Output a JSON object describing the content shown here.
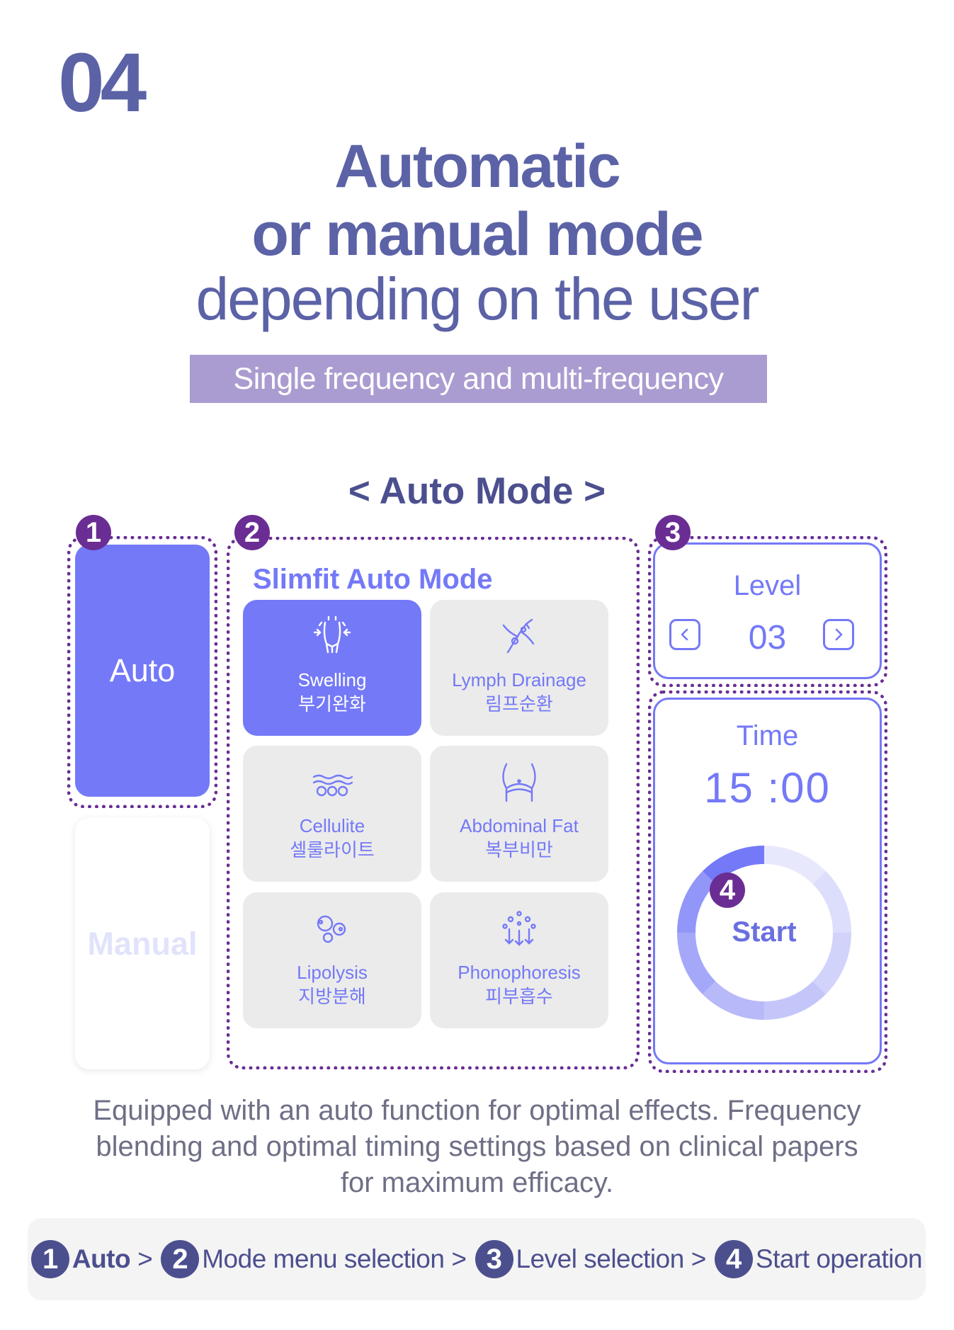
{
  "section_number": "04",
  "headline": {
    "line1": "Automatic",
    "line2": "or manual mode",
    "line3": "depending on the user"
  },
  "banner": "Single frequency and multi-frequency",
  "mode_title": "< Auto Mode >",
  "badges": [
    "1",
    "2",
    "3",
    "4"
  ],
  "left_column": {
    "auto_label": "Auto",
    "manual_label": "Manual"
  },
  "panel": {
    "title": "Slimfit Auto Mode",
    "modes": [
      {
        "en": "Swelling",
        "ko": "부기완화",
        "icon": "swelling-icon",
        "active": true
      },
      {
        "en": "Lymph Drainage",
        "ko": "림프순환",
        "icon": "lymph-icon",
        "active": false
      },
      {
        "en": "Cellulite",
        "ko": "셀룰라이트",
        "icon": "cellulite-icon",
        "active": false
      },
      {
        "en": "Abdominal Fat",
        "ko": "복부비만",
        "icon": "abdomen-icon",
        "active": false
      },
      {
        "en": "Lipolysis",
        "ko": "지방분해",
        "icon": "lipolysis-icon",
        "active": false
      },
      {
        "en": "Phonophoresis",
        "ko": "피부흡수",
        "icon": "phonophoresis-icon",
        "active": false
      }
    ]
  },
  "level": {
    "label": "Level",
    "value": "03"
  },
  "time": {
    "label": "Time",
    "value": "15 :00",
    "start_label": "Start",
    "progress": 0.08
  },
  "description": {
    "line1": "Equipped with an auto function for optimal effects. Frequency",
    "line2": "blending and optimal timing settings based on clinical papers",
    "line3": "for maximum efficacy."
  },
  "steps": [
    {
      "num": "1",
      "label": "Auto",
      "bold": true
    },
    {
      "num": "2",
      "label": "Mode menu selection",
      "bold": false
    },
    {
      "num": "3",
      "label": "Level selection",
      "bold": false
    },
    {
      "num": "4",
      "label": "Start operation",
      "bold": false
    }
  ],
  "step_separator": ">",
  "colors": {
    "accent": "#7479f7",
    "dark_text": "#5b62a6",
    "badge_purple": "#6a2d93",
    "banner": "#aa9cd0",
    "step_badge": "#4c4f8e"
  }
}
